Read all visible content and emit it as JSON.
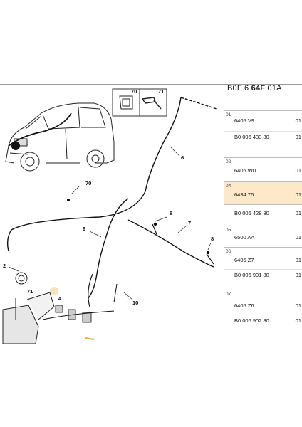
{
  "header": {
    "part1": "B0F 6",
    "part2": "64F",
    "part3": "01A"
  },
  "callouts": [
    "70",
    "71",
    "6",
    "70",
    "9",
    "8",
    "7",
    "8",
    "2",
    "71",
    "4",
    "10"
  ],
  "groups": [
    {
      "index": "01",
      "highlighted": false,
      "rows": [
        {
          "pn": "6405 V9",
          "qty": "01"
        },
        {
          "pn": "B0 006 433 80",
          "qty": "01"
        }
      ]
    },
    {
      "index": "02",
      "highlighted": false,
      "rows": [
        {
          "pn": "6405 W0",
          "qty": "01"
        }
      ]
    },
    {
      "index": "04",
      "highlighted": true,
      "rows": [
        {
          "pn": "6434 76",
          "qty": "01"
        }
      ]
    },
    {
      "index": "",
      "highlighted": false,
      "rows": [
        {
          "pn": "B0 006 428 80",
          "qty": "01"
        }
      ]
    },
    {
      "index": "05",
      "highlighted": false,
      "rows": [
        {
          "pn": "6500 AA",
          "qty": "01"
        }
      ]
    },
    {
      "index": "06",
      "highlighted": false,
      "rows": [
        {
          "pn": "6405 Z7",
          "qty": "01"
        },
        {
          "pn": "B0 006 901 80",
          "qty": "01"
        }
      ]
    },
    {
      "index": "07",
      "highlighted": false,
      "rows": [
        {
          "pn": "6405 Z6",
          "qty": "01"
        },
        {
          "pn": "B0 006 902 80",
          "qty": "01"
        }
      ]
    }
  ]
}
